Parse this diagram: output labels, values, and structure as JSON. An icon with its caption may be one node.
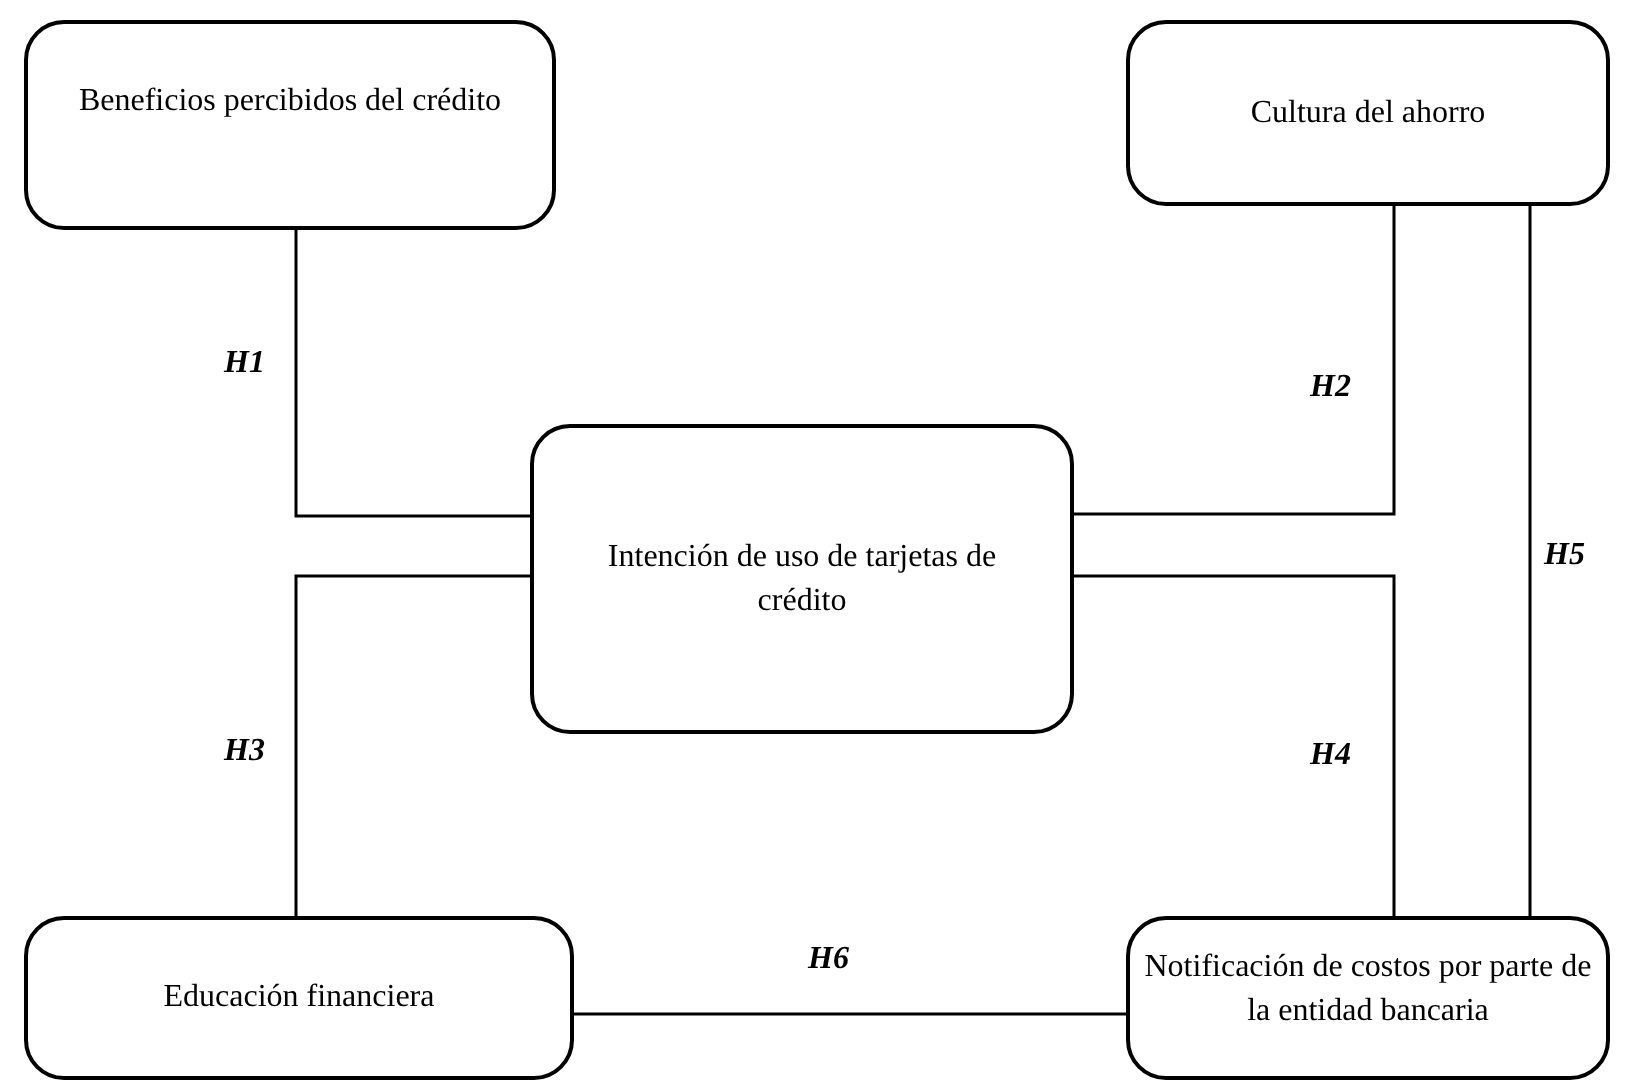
{
  "diagram": {
    "nodes": [
      {
        "text": [
          "Beneficios percibidos del crédito"
        ]
      },
      {
        "text": [
          "Cultura del ahorro"
        ]
      },
      {
        "text": [
          "Intención de uso de tarjetas de crédito"
        ]
      },
      {
        "text": [
          "Educación financiera"
        ]
      },
      {
        "text": [
          "Notificación de costos por parte de la entidad bancaria"
        ]
      }
    ],
    "edges": [
      {
        "from": 0,
        "to": 2,
        "arrow": "none",
        "label": "H1"
      },
      {
        "from": 1,
        "to": 2,
        "arrow": "none",
        "label": "H2"
      },
      {
        "from": 3,
        "to": 2,
        "arrow": "none",
        "label": "H3"
      },
      {
        "from": 4,
        "to": 2,
        "arrow": "none",
        "label": "H4"
      },
      {
        "from": 1,
        "to": 4,
        "arrow": "none",
        "label": "H5"
      },
      {
        "from": 3,
        "to": 4,
        "arrow": "none",
        "label": "H6"
      }
    ]
  }
}
